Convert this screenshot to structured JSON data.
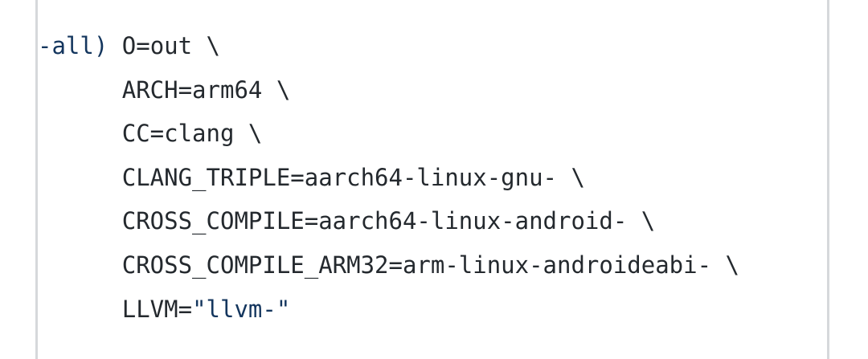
{
  "code": {
    "lines": [
      {
        "indent": "",
        "keyword": "-all)",
        "text": " O=out \\"
      },
      {
        "indent": "    ",
        "text": "  ARCH=arm64 \\"
      },
      {
        "indent": "    ",
        "text": "  CC=clang \\"
      },
      {
        "indent": "    ",
        "text": "  CLANG_TRIPLE=aarch64-linux-gnu- \\"
      },
      {
        "indent": "    ",
        "text": "  CROSS_COMPILE=aarch64-linux-android- \\"
      },
      {
        "indent": "    ",
        "text": "  CROSS_COMPILE_ARM32=arm-linux-androideabi- \\"
      },
      {
        "indent": "    ",
        "text": "  LLVM=",
        "string": "\"llvm-\""
      }
    ]
  },
  "colors": {
    "keyword": "#14365e",
    "string": "#14365e",
    "plain": "#24292e",
    "border": "#d6d8db",
    "background": "#ffffff"
  }
}
